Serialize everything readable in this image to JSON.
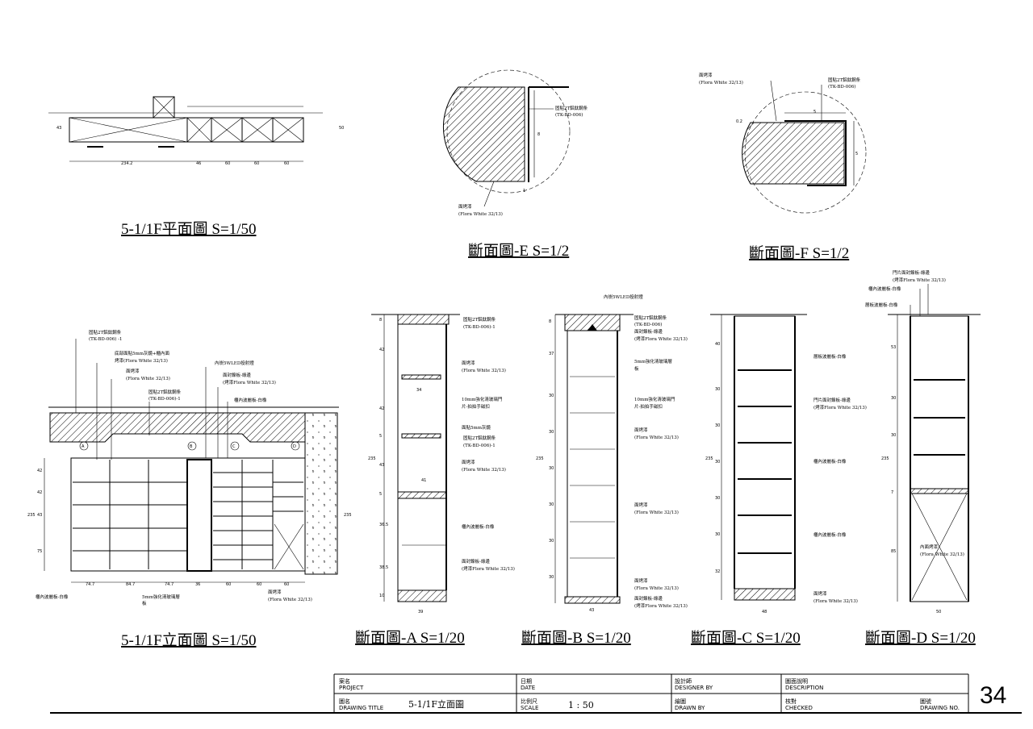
{
  "views": {
    "plan": {
      "title": "5-1/1F平面圖 S=1/50",
      "dims": [
        "234.2",
        "46",
        "60",
        "60",
        "60"
      ],
      "side_dims": [
        "43",
        "50"
      ]
    },
    "section_e": {
      "title": "斷面圖-E S=1/2",
      "notes": [
        "固貼2T鋁鈦鋼条",
        "(TK-BD-006)",
        "面烤漆",
        "(Flora White 32/13)"
      ],
      "dims": [
        "8",
        "1"
      ]
    },
    "section_f": {
      "title": "斷面圖-F S=1/2",
      "notes": [
        "面烤漆",
        "(Flora White 32/13)",
        "固貼2T鋁鈦鋼条",
        "(TK-BD-006)"
      ],
      "dims": [
        "5",
        "5",
        "0.2"
      ]
    },
    "elevation": {
      "title": "5-1/1F立面圖 S=1/50",
      "notes": [
        "固貼2T鋁鈦鋼条",
        "(TK-BD-006) -1",
        "底部面貼5mm灰鏡+櫃內面",
        "烤漆(Flora White 32/13)",
        "面烤漆",
        "(Flora White 32/13)",
        "固貼2T鋁鈦鋼条",
        "(TK-BD-006)-1",
        "內崁5WLED投射燈",
        "面封鎳板-綠邊",
        "(烤漆Flora White 32/13)",
        "櫃內波麗板-白橡",
        "櫃內波麗板-白橡",
        "5mm強化清玻璃層",
        "板",
        "面烤漆",
        "(Flora White 32/13)"
      ],
      "markers": [
        "A",
        "B",
        "C",
        "D"
      ],
      "dims": [
        "74.7",
        "84.7",
        "74.7",
        "36",
        "60",
        "60",
        "60"
      ],
      "side_dims": [
        "42",
        "42",
        "43",
        "75",
        "235",
        "235"
      ]
    },
    "section_a": {
      "title": "斷面圖-A S=1/20",
      "notes": [
        "固貼2T鋁鈦鋼条",
        "(TK-BD-006)-1",
        "面烤漆",
        "(Flora White 32/13)",
        "10mm強化清玻璃門",
        "片-拍拍手磁扣",
        "面貼5mm灰鏡",
        "固貼2T鋁鈦鋼条",
        "(TK-BD-006)-1",
        "面烤漆",
        "(Flora White 32/13)",
        "櫃內波麗板-白橡",
        "面封鎳板-綠邊",
        "(烤漆Flora White 32/13)"
      ],
      "dims": [
        "8",
        "42",
        "42",
        "5",
        "43",
        "5",
        "36.5",
        "38.5",
        "10",
        "235",
        "34",
        "41",
        "39"
      ]
    },
    "section_b": {
      "title": "斷面圖-B S=1/20",
      "notes": [
        "內崁5WLED投射燈",
        "固貼2T鋁鈦鋼条",
        "(TK-BD-006)",
        "面封鎳板-綠邊",
        "(烤漆Flora White 32/13)",
        "5mm強化清玻璃層",
        "板",
        "10mm強化清玻璃門",
        "片-拍拍手磁扣",
        "面烤漆",
        "(Flora White 32/13)",
        "面烤漆",
        "(Flora White 32/13)",
        "面烤漆",
        "(Flora White 32/13)",
        "面封鎳板-綠邊",
        "(烤漆Flora White 32/13)"
      ],
      "dims": [
        "8",
        "37",
        "30",
        "30",
        "30",
        "30",
        "30",
        "30",
        "235",
        "43"
      ]
    },
    "section_c": {
      "title": "斷面圖-C S=1/20",
      "notes": [
        "層板波麗板-白橡",
        "門片面封鎳板-綠邊",
        "(烤漆Flora White 32/13)",
        "櫃內波麗板-白橡",
        "櫃內波麗板-白橡",
        "面烤漆",
        "(Flora White 32/13)"
      ],
      "dims": [
        "40",
        "30",
        "30",
        "30",
        "30",
        "30",
        "32",
        "235",
        "48"
      ]
    },
    "section_d": {
      "title": "斷面圖-D S=1/20",
      "notes": [
        "門片面封鎳板-綠邊",
        "(烤漆Flora White 32/13)",
        "櫃內波麗板-白橡",
        "層板波麗板-白橡",
        "內面烤漆",
        "(Flora White 32/13)"
      ],
      "dims": [
        "53",
        "30",
        "30",
        "7",
        "85",
        "235",
        "50"
      ]
    }
  },
  "title_block": {
    "project_label_cn": "案名",
    "project_label_en": "PROJECT",
    "drawing_title_label_cn": "圖名",
    "drawing_title_label_en": "DRAWING TITLE",
    "drawing_title_value": "5-1/1F立面圖",
    "date_label_cn": "日期",
    "date_label_en": "DATE",
    "scale_label_cn": "比例尺",
    "scale_label_en": "SCALE",
    "scale_value": "1 : 50",
    "designer_label_cn": "設計師",
    "designer_label_en": "DESIGNER BY",
    "drawn_label_cn": "繪圖",
    "drawn_label_en": "DRAWN BY",
    "description_label_cn": "圖面說明",
    "description_label_en": "DESCRIPTION",
    "checked_label_cn": "核對",
    "checked_label_en": "CHECKED",
    "drawing_no_label_cn": "圖號",
    "drawing_no_label_en": "DRAWING NO.",
    "drawing_no_value": "34"
  }
}
